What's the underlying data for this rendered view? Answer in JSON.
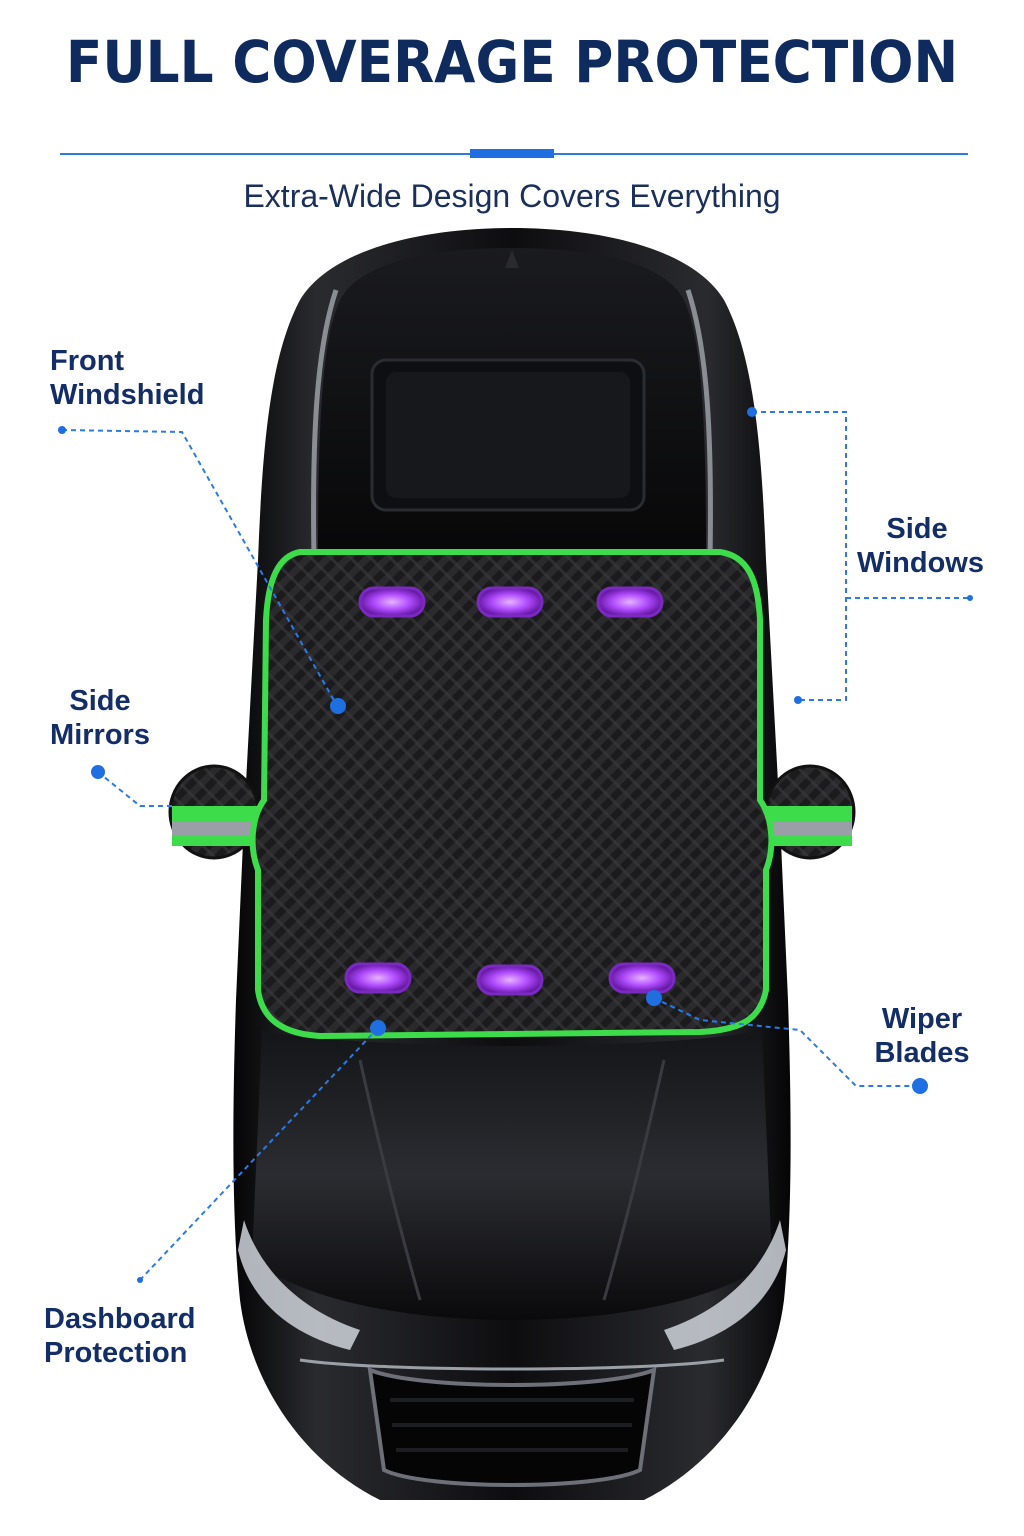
{
  "header": {
    "title": "FULL COVERAGE PROTECTION",
    "subtitle": "Extra-Wide Design Covers Everything"
  },
  "callouts": {
    "front_windshield": {
      "line1": "Front",
      "line2": "Windshield"
    },
    "side_windows": {
      "line1": "Side",
      "line2": "Windows"
    },
    "side_mirrors": {
      "line1": "Side",
      "line2": "Mirrors"
    },
    "wiper_blades": {
      "line1": "Wiper",
      "line2": "Blades"
    },
    "dashboard_protection": {
      "line1": "Dashboard",
      "line2": "Protection"
    }
  },
  "colors": {
    "title": "#0f2a5c",
    "accent_blue": "#1f6fe0",
    "cover_trim": "#3ddc4a",
    "magnet_glow": "#b14cff",
    "car_body": "#0b0b0d"
  }
}
